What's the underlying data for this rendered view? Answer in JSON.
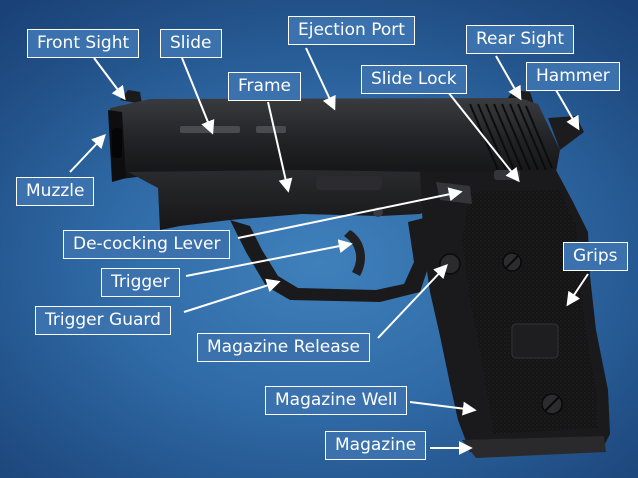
{
  "labels": {
    "front_sight": "Front Sight",
    "slide": "Slide",
    "ejection_port": "Ejection Port",
    "rear_sight": "Rear Sight",
    "frame": "Frame",
    "slide_lock": "Slide Lock",
    "hammer": "Hammer",
    "muzzle": "Muzzle",
    "decocking_lever": "De-cocking Lever",
    "grips": "Grips",
    "trigger": "Trigger",
    "trigger_guard": "Trigger Guard",
    "magazine_release": "Magazine Release",
    "magazine_well": "Magazine Well",
    "magazine": "Magazine"
  },
  "colors": {
    "background": "#2f6aa6",
    "callout_fill": "#3b72ad",
    "callout_border": "#ffffff",
    "pistol_body": "#1a1a1c"
  }
}
